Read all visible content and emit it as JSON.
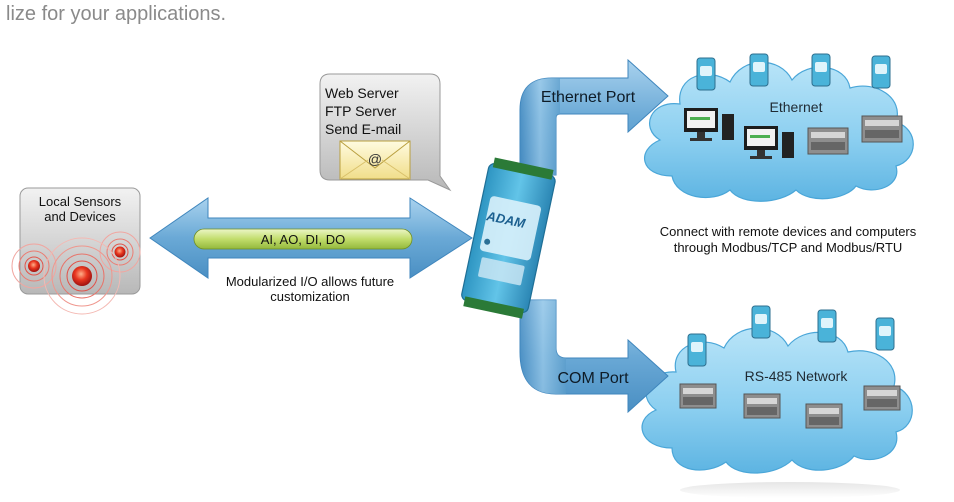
{
  "header": {
    "text": "lize for your applications."
  },
  "local": {
    "line1": "Local Sensors",
    "line2": "and Devices"
  },
  "io_bar": {
    "label": "AI, AO, DI, DO"
  },
  "modular": {
    "line1": "Modularized I/O allows future",
    "line2": "customization"
  },
  "services": {
    "line1": "Web Server",
    "line2": "FTP Server",
    "line3": "Send E-mail",
    "email_symbol": "@"
  },
  "device": {
    "brand": "ADAM"
  },
  "ethernet_port": {
    "label": "Ethernet Port"
  },
  "com_port": {
    "label": "COM Port"
  },
  "ethernet_cloud": {
    "label": "Ethernet"
  },
  "rs485_cloud": {
    "label": "RS-485 Network"
  },
  "connect_note": {
    "line1": "Connect with remote devices and computers",
    "line2": "through Modbus/TCP and Modbus/RTU"
  },
  "colors": {
    "arrow_blue": "#7fb6dd",
    "arrow_dark": "#3f86bd",
    "cloud_fill": "#8fd0f0",
    "cloud_edge": "#5aaedc",
    "io_bar_green": "#c7e07a",
    "sensor_red": "#e0281e",
    "device_blue": "#4ab3d9"
  }
}
